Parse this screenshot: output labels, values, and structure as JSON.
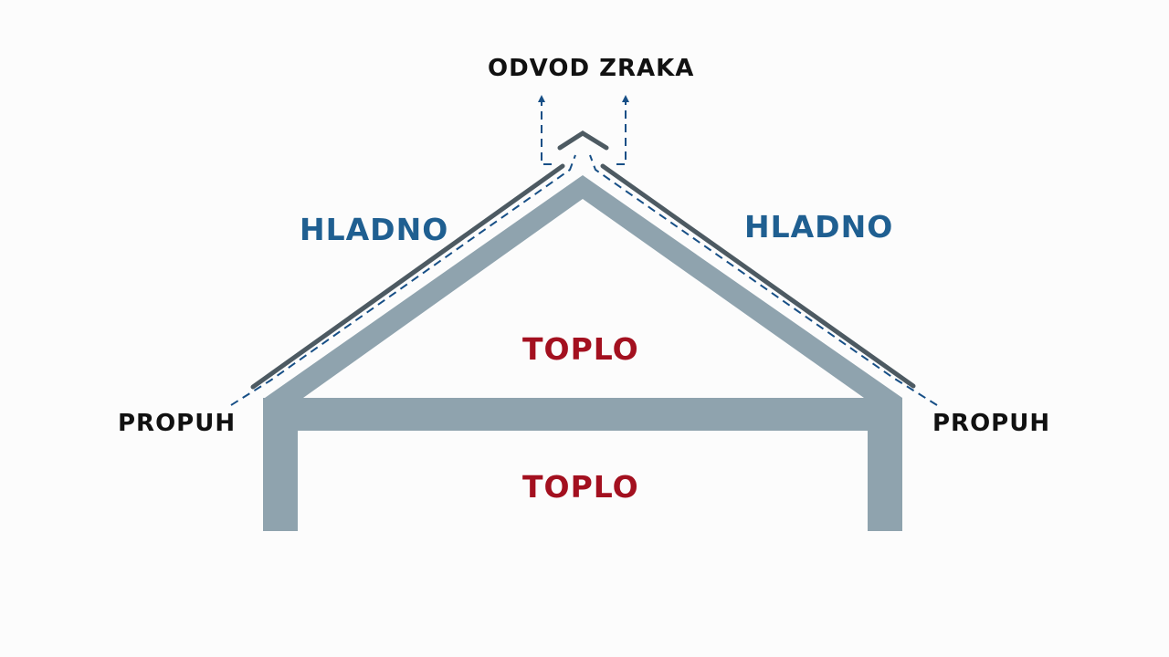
{
  "labels": {
    "exhaust": "ODVOD ZRAKA",
    "cold_left": "HLADNO",
    "cold_right": "HLADNO",
    "warm_attic": "TOPLO",
    "warm_room": "TOPLO",
    "draft_left": "PROPUH",
    "draft_right": "PROPUH"
  },
  "colors": {
    "structure": "#8fa3ae",
    "roof_cover": "#4d5a62",
    "airflow": "#174f86",
    "cold_text": "#1f5f91",
    "warm_text": "#a3101f",
    "dark_text": "#111111",
    "background": "#fcfcfc"
  }
}
